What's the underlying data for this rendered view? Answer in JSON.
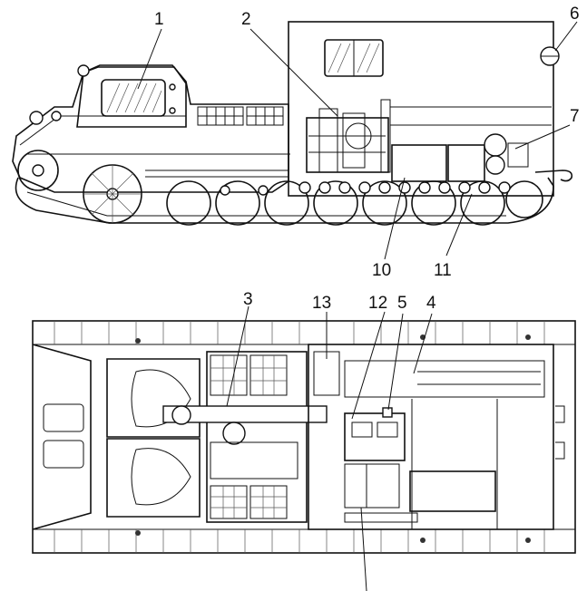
{
  "callouts": {
    "side_view": [
      "1",
      "2",
      "6",
      "7",
      "10",
      "11"
    ],
    "top_view": [
      "3",
      "13",
      "12",
      "5",
      "4"
    ]
  }
}
